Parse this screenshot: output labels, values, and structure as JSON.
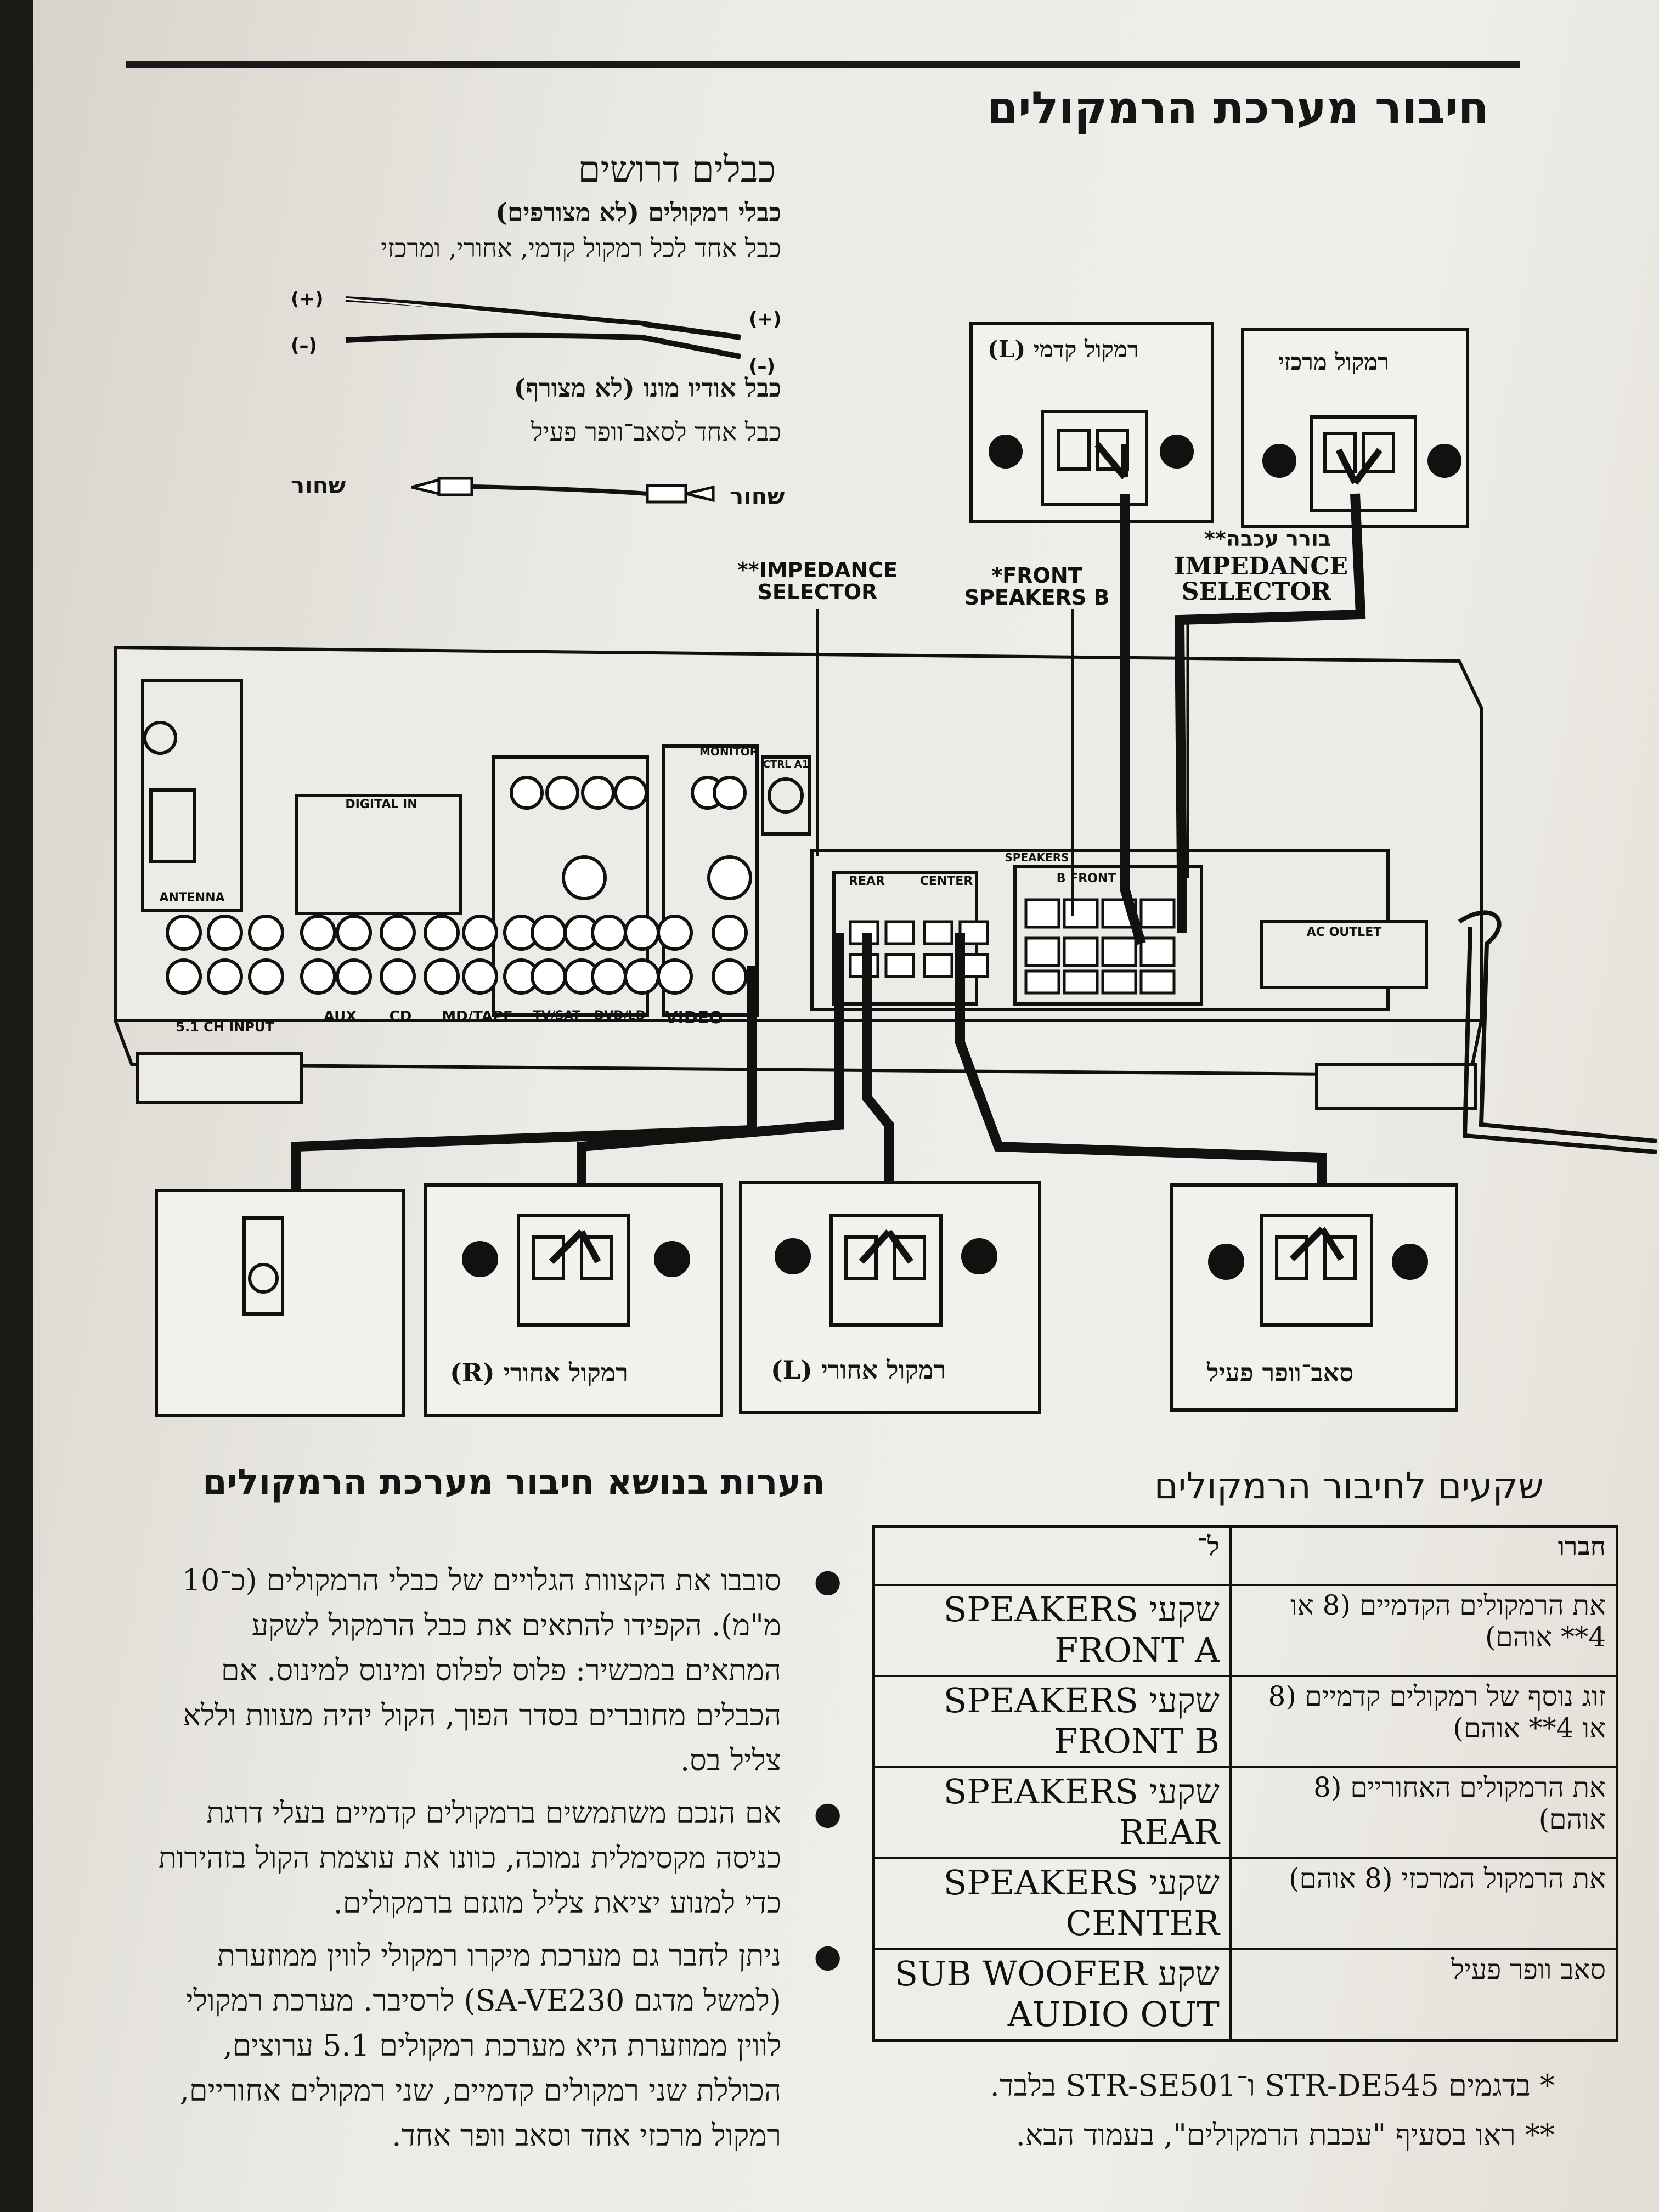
{
  "page_title": "חיבור מערכת הרמקולים",
  "required_cables": {
    "title": "כבלים דרושים",
    "cable1_heading": "כבלי רמקולים (לא מצורפים)",
    "cable1_desc": "כבל אחד לכל רמקול קדמי, אחורי, ומרכזי",
    "plus": "(+)",
    "minus": "(–)",
    "cable2_heading": "כבל אודיו מונו (לא מצורף)",
    "cable2_desc": "כבל אחד לסאב־וופר פעיל",
    "black": "שחור"
  },
  "diagram": {
    "front_speaker_l": "רמקול קדמי (L)",
    "center_speaker": "רמקול מרכזי",
    "impedance_hebrew": "בורר עכבה**",
    "impedance_right": "IMPEDANCE\nSELECTOR",
    "impedance_left": "**IMPEDANCE\nSELECTOR",
    "front_speakers_b": "*FRONT\nSPEAKERS B",
    "rear_speaker_r": "רמקול אחורי (R)",
    "rear_speaker_l": "רמקול אחורי (L)",
    "subwoofer": "סאב־וופר פעיל",
    "panel": {
      "antenna": "ANTENNA",
      "digital_in": "DIGITAL IN",
      "input_51": "5.1 CH INPUT",
      "aux": "AUX",
      "cd": "CD",
      "md_tape": "MD/TAPE",
      "tv_sat": "TV/SAT",
      "dvd": "DVD/LD",
      "video": "VIDEO",
      "monitor": "MONITOR",
      "ctrl": "CTRL A1",
      "speakers": "SPEAKERS",
      "rear": "REAR",
      "center": "CENTER",
      "front": "B FRONT",
      "ac_outlet": "AC OUTLET"
    }
  },
  "connections": {
    "title": "שקעים לחיבור הרמקולים",
    "headers": [
      "חברו",
      "ל־"
    ],
    "rows": [
      {
        "what": "את הרמקולים הקדמיים (8 או 4** אוהם)",
        "to": "שקעי SPEAKERS FRONT A"
      },
      {
        "what": "זוג נוסף של רמקולים קדמיים (8 או 4** אוהם)",
        "to": "שקעי SPEAKERS FRONT B"
      },
      {
        "what": "את הרמקולים האחוריים (8 אוהם)",
        "to": "שקעי SPEAKERS REAR"
      },
      {
        "what": "את הרמקול המרכזי (8 אוהם)",
        "to": "שקעי SPEAKERS CENTER"
      },
      {
        "what": "סאב וופר פעיל",
        "to": "שקע SUB WOOFER AUDIO OUT"
      }
    ],
    "footnote1": "* בדגמים STR-DE545 ו־STR-SE501 בלבד.",
    "footnote2": "** ראו בסעיף \"עכבת הרמקולים\", בעמוד הבא."
  },
  "notes": {
    "title": "הערות בנושא חיבור מערכת הרמקולים",
    "items": [
      "סובבו את הקצוות הגלויים של כבלי הרמקולים (כ־10 מ\"מ). הקפידו להתאים את כבל הרמקול לשקע המתאים במכשיר: פלוס לפלוס ומינוס למינוס. אם הכבלים מחוברים בסדר הפוך, הקול יהיה מעוות וללא צליל בס.",
      "אם הנכם משתמשים ברמקולים קדמיים בעלי דרגת כניסה מקסימלית נמוכה, כוונו את עוצמת הקול בזהירות כדי למנוע יציאת צליל מוגזם ברמקולים.",
      "ניתן לחבר גם מערכת מיקרו רמקולי לווין ממוזערת (למשל מדגם SA-VE230) לרסיבר. מערכת רמקולי לווין ממוזערת היא מערכת רמקולים 5.1 ערוצים, הכוללת שני רמקולים קדמיים, שני רמקולים אחוריים, רמקול מרכזי אחד וסאב וופר אחד."
    ]
  }
}
